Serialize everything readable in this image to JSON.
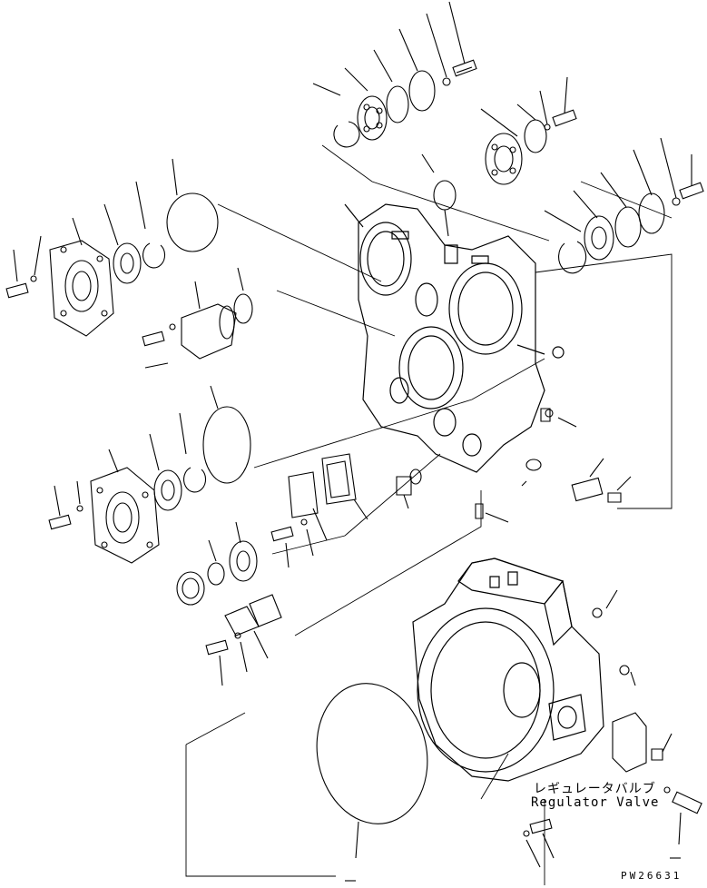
{
  "labels": {
    "regulator_valve_jp": "レギュレータバルブ",
    "regulator_valve_en": "Regulator Valve",
    "drawing_code": "PW26631"
  }
}
